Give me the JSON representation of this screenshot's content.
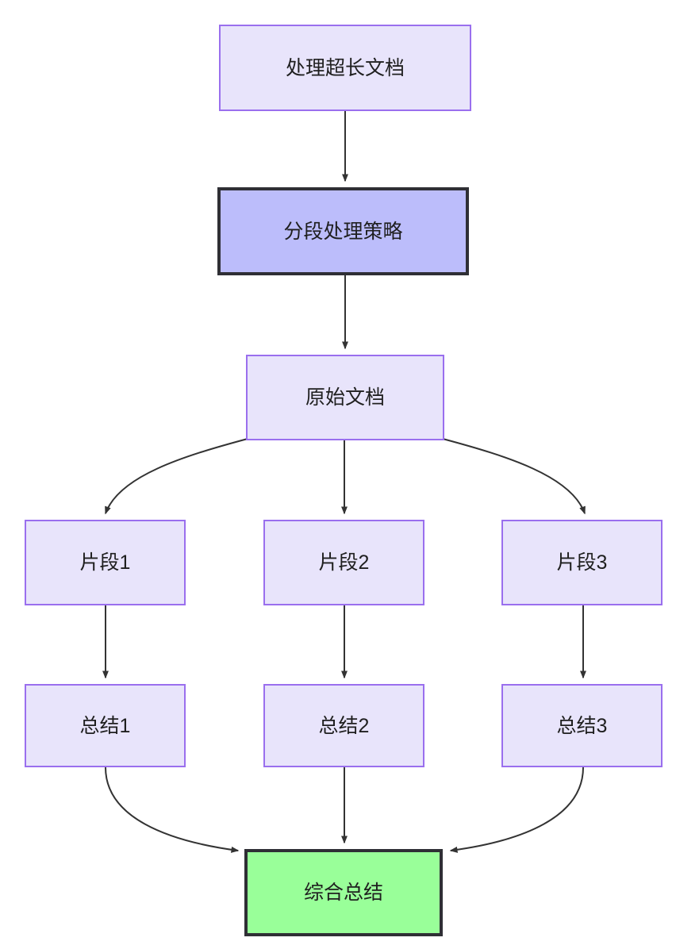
{
  "diagram": {
    "type": "flowchart",
    "direction": "top-down",
    "title_text": "处理超长文档",
    "background_color": "#ffffff",
    "palette": {
      "node_fill_lavender": "#e8e4fb",
      "node_border_lavender": "#9a6fee",
      "node_fill_periwinkle": "#bcbdfb",
      "node_fill_green": "#99ff99",
      "node_border_dark": "#2f2f35",
      "edge_color": "#333333",
      "text_color": "#1f1f1f"
    },
    "nodes": [
      {
        "id": "process-long-doc",
        "label": "处理超长文档",
        "style": "lavender"
      },
      {
        "id": "chunk-strategy",
        "label": "分段处理策略",
        "style": "periwinkle"
      },
      {
        "id": "source-doc",
        "label": "原始文档",
        "style": "lavender"
      },
      {
        "id": "segment-1",
        "label": "片段1",
        "style": "lavender"
      },
      {
        "id": "segment-2",
        "label": "片段2",
        "style": "lavender"
      },
      {
        "id": "segment-3",
        "label": "片段3",
        "style": "lavender"
      },
      {
        "id": "summary-1",
        "label": "总结1",
        "style": "lavender"
      },
      {
        "id": "summary-2",
        "label": "总结2",
        "style": "lavender"
      },
      {
        "id": "summary-3",
        "label": "总结3",
        "style": "lavender"
      },
      {
        "id": "final-summary",
        "label": "综合总结",
        "style": "green"
      }
    ],
    "edges": [
      {
        "from": "process-long-doc",
        "to": "chunk-strategy",
        "label": "",
        "shape": "straight"
      },
      {
        "from": "chunk-strategy",
        "to": "source-doc",
        "label": "",
        "shape": "straight"
      },
      {
        "from": "source-doc",
        "to": "segment-1",
        "label": "",
        "shape": "curve"
      },
      {
        "from": "source-doc",
        "to": "segment-2",
        "label": "",
        "shape": "straight"
      },
      {
        "from": "source-doc",
        "to": "segment-3",
        "label": "",
        "shape": "curve"
      },
      {
        "from": "segment-1",
        "to": "summary-1",
        "label": "",
        "shape": "straight"
      },
      {
        "from": "segment-2",
        "to": "summary-2",
        "label": "",
        "shape": "straight"
      },
      {
        "from": "segment-3",
        "to": "summary-3",
        "label": "",
        "shape": "straight"
      },
      {
        "from": "summary-1",
        "to": "final-summary",
        "label": "",
        "shape": "curve"
      },
      {
        "from": "summary-2",
        "to": "final-summary",
        "label": "",
        "shape": "straight"
      },
      {
        "from": "summary-3",
        "to": "final-summary",
        "label": "",
        "shape": "curve"
      }
    ]
  }
}
